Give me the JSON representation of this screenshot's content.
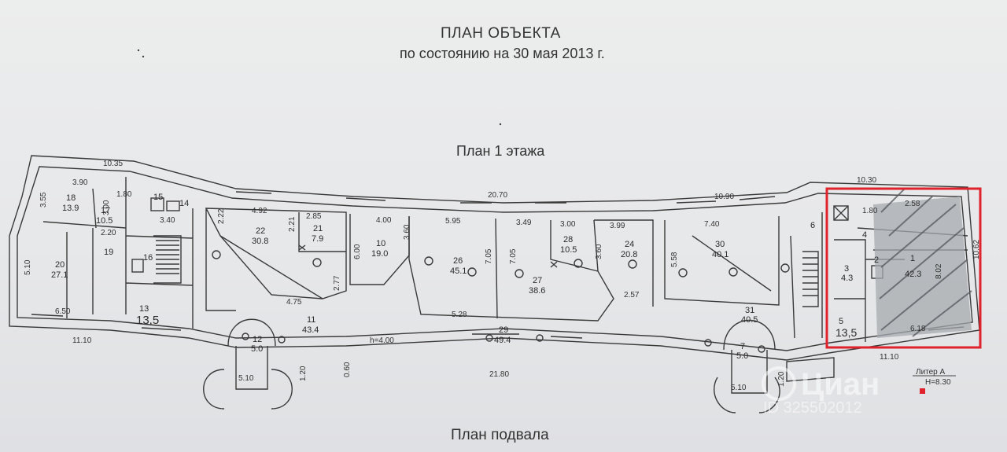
{
  "title": "ПЛАН ОБЪЕКТА",
  "subtitle": "по состоянию на 30 мая 2013 г.",
  "floor1_label": "План 1 этажа",
  "basement_label": "План подвала",
  "highlight_color": "#e0222c",
  "litera": {
    "line1": "Литер А",
    "line2": "H=8.30"
  },
  "watermark": {
    "brand": "Циан",
    "id": "ID 325502012"
  },
  "rooms": [
    {
      "n": "18",
      "a": "13.9"
    },
    {
      "n": "17",
      "a": "10.5"
    },
    {
      "n": "15",
      "a": ""
    },
    {
      "n": "14",
      "a": ""
    },
    {
      "n": "20",
      "a": "27.1"
    },
    {
      "n": "19",
      "a": ""
    },
    {
      "n": "16",
      "a": ""
    },
    {
      "n": "13",
      "a": "13,5"
    },
    {
      "n": "22",
      "a": "30.8"
    },
    {
      "n": "21",
      "a": "7.9"
    },
    {
      "n": "11",
      "a": "43.4"
    },
    {
      "n": "12",
      "a": "5.0"
    },
    {
      "n": "10",
      "a": "19.0"
    },
    {
      "n": "26",
      "a": "45.1"
    },
    {
      "n": "27",
      "a": "38.6"
    },
    {
      "n": "28",
      "a": "10.5"
    },
    {
      "n": "24",
      "a": "20.8"
    },
    {
      "n": "29",
      "a": "49.4"
    },
    {
      "n": "30",
      "a": "40.1"
    },
    {
      "n": "31",
      "a": "40.5"
    },
    {
      "n": "7",
      "a": "5.0"
    },
    {
      "n": "6",
      "a": ""
    },
    {
      "n": "4",
      "a": ""
    },
    {
      "n": "3",
      "a": "4.3"
    },
    {
      "n": "2",
      "a": ""
    },
    {
      "n": "1",
      "a": "42.3"
    },
    {
      "n": "5",
      "a": "13,5"
    }
  ],
  "dimensions": [
    "10.35",
    "3.90",
    "1.80",
    "3.55",
    "3.00",
    "3.40",
    "5.10",
    "2.20",
    "6.50",
    "11.10",
    "2.22",
    "4.92",
    "2.85",
    "2.21",
    "2.77",
    "4.75",
    "4.00",
    "6.00",
    "3.60",
    "5.95",
    "7.05",
    "7.05",
    "3.49",
    "3.00",
    "3.99",
    "3.60",
    "5.28",
    "2.57",
    "h=4.00",
    "20.70",
    "10.90",
    "7.40",
    "5.58",
    "10.30",
    "1.80",
    "2.58",
    "10.62",
    "8.02",
    "6.18",
    "11.10",
    "21.80",
    "5.10",
    "1.20",
    "0.60",
    "5.10",
    "1.20"
  ]
}
